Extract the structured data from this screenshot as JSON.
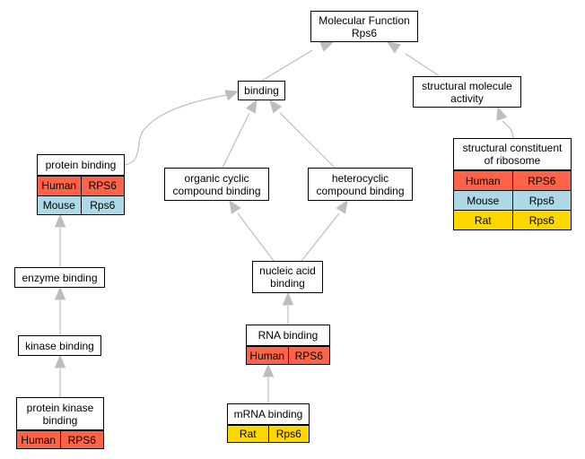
{
  "colors": {
    "edge": "#bdbdbd",
    "Human": "#ff6347",
    "Mouse": "#add8e6",
    "Rat": "#ffd700"
  },
  "nodes": {
    "mf": {
      "label": "Molecular Function\nRps6"
    },
    "binding": {
      "label": "binding"
    },
    "sma": {
      "label": "structural molecule\nactivity"
    },
    "protein_binding": {
      "label": "protein binding",
      "rows": [
        {
          "species": "Human",
          "gene": "RPS6"
        },
        {
          "species": "Mouse",
          "gene": "Rps6"
        }
      ]
    },
    "organic": {
      "label": "organic cyclic\ncompound binding"
    },
    "hetero": {
      "label": "heterocyclic\ncompound binding"
    },
    "scr": {
      "label": "structural constituent\nof ribosome",
      "rows": [
        {
          "species": "Human",
          "gene": "RPS6"
        },
        {
          "species": "Mouse",
          "gene": "Rps6"
        },
        {
          "species": "Rat",
          "gene": "Rps6"
        }
      ]
    },
    "enzyme": {
      "label": "enzyme binding"
    },
    "nucleic": {
      "label": "nucleic acid\nbinding"
    },
    "rna": {
      "label": "RNA binding",
      "rows": [
        {
          "species": "Human",
          "gene": "RPS6"
        }
      ]
    },
    "kinase": {
      "label": "kinase binding"
    },
    "pk": {
      "label": "protein kinase\nbinding",
      "rows": [
        {
          "species": "Human",
          "gene": "RPS6"
        }
      ]
    },
    "mrna": {
      "label": "mRNA binding",
      "rows": [
        {
          "species": "Rat",
          "gene": "Rps6"
        }
      ]
    }
  },
  "edges": [
    {
      "from": "binding",
      "to": "mf"
    },
    {
      "from": "sma",
      "to": "mf"
    },
    {
      "from": "protein_binding",
      "to": "binding"
    },
    {
      "from": "organic",
      "to": "binding"
    },
    {
      "from": "hetero",
      "to": "binding"
    },
    {
      "from": "scr",
      "to": "sma"
    },
    {
      "from": "enzyme",
      "to": "protein_binding"
    },
    {
      "from": "nucleic",
      "to": "organic"
    },
    {
      "from": "nucleic",
      "to": "hetero"
    },
    {
      "from": "rna",
      "to": "nucleic"
    },
    {
      "from": "kinase",
      "to": "enzyme"
    },
    {
      "from": "pk",
      "to": "kinase"
    },
    {
      "from": "mrna",
      "to": "rna"
    }
  ]
}
